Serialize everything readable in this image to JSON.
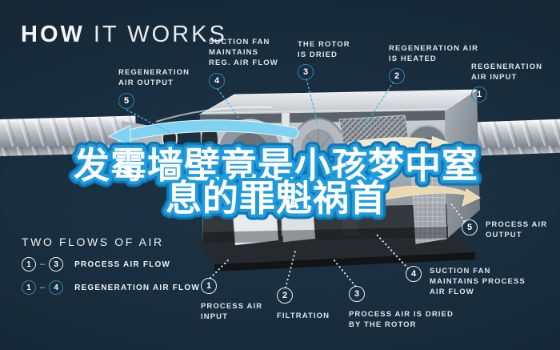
{
  "title": {
    "bold": "HOW",
    "light": " IT WORKS"
  },
  "headline": {
    "line1": "发霉墙壁竟是小孩梦中窒",
    "line2": "息的罪魁祸首"
  },
  "regeneration_callouts": [
    {
      "num": "5",
      "lines": [
        "REGENERATION",
        "AIR OUTPUT"
      ]
    },
    {
      "num": "4",
      "lines": [
        "SUCTION FAN",
        "MAINTAINS",
        "REG. AIR FLOW"
      ]
    },
    {
      "num": "3",
      "lines": [
        "THE ROTOR",
        "IS DRIED"
      ]
    },
    {
      "num": "2",
      "lines": [
        "REGENERATION AIR",
        "IS HEATED"
      ]
    },
    {
      "num": "1",
      "lines": [
        "REGENERATION",
        "AIR INPUT"
      ]
    }
  ],
  "process_callouts": [
    {
      "num": "1",
      "lines": [
        "PROCESS AIR",
        "INPUT"
      ]
    },
    {
      "num": "2",
      "lines": [
        "FILTRATION"
      ]
    },
    {
      "num": "3",
      "lines": [
        "PROCESS AIR IS DRIED",
        "BY THE ROTOR"
      ]
    },
    {
      "num": "4",
      "lines": [
        "SUCTION FAN",
        "MAINTAINS PROCESS",
        "AIR FLOW"
      ]
    },
    {
      "num": "5",
      "lines": [
        "PROCESS AIR",
        "OUTPUT"
      ]
    }
  ],
  "legend": {
    "heading": "TWO FLOWS OF AIR",
    "rows": [
      {
        "from": "1",
        "dash": "–",
        "to": "3",
        "label": "PROCESS AIR FLOW",
        "type": "process"
      },
      {
        "from": "1",
        "dash": "–",
        "to": "4",
        "label": "REGENERATION AIR FLOW",
        "type": "regeneration"
      }
    ]
  },
  "colors": {
    "background": "#17293a",
    "leader_cyan": "#4db3e2",
    "badge_regen_border": "#2f81ad",
    "badge_process_border": "#e9eef1",
    "headline_fill": "#ffffff",
    "headline_stroke": "#1e9add",
    "headline_stroke_outer": "#0e76b2",
    "airflow_cyan": "#7fd2f2",
    "airflow_cream": "#ead9b0",
    "heater_orange": "#e8832a"
  }
}
